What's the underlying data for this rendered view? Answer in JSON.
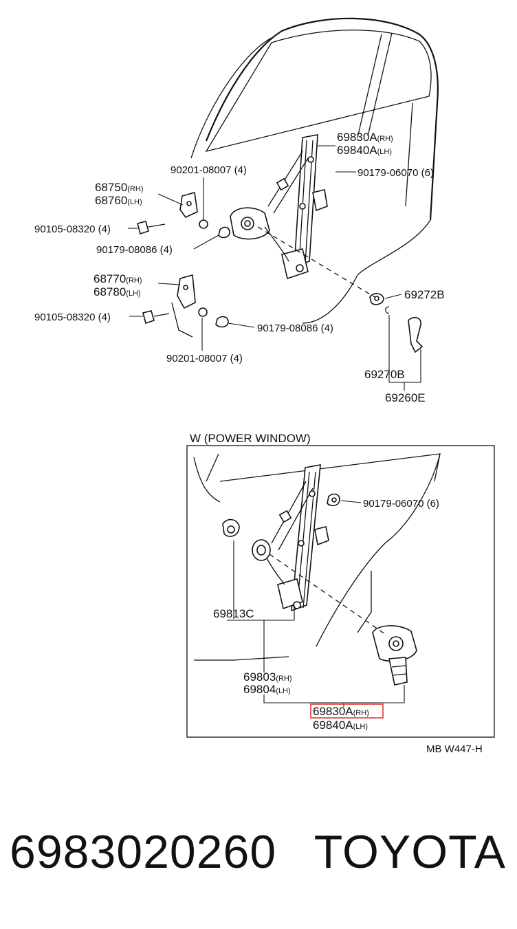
{
  "upper": {
    "p69830A": "69830A",
    "p69840A": "69840A",
    "rh": "(RH)",
    "lh": "(LH)",
    "p90179_06070": "90179-06070 (6)",
    "p90201_08007_a": "90201-08007 (4)",
    "p68750": "68750",
    "p68760": "68760",
    "p90105_08320_a": "90105-08320 (4)",
    "p90179_08086_a": "90179-08086 (4)",
    "p68770": "68770",
    "p68780": "68780",
    "p69272B": "69272B",
    "p90105_08320_b": "90105-08320 (4)",
    "p90179_08086_b": "90179-08086 (4)",
    "p90201_08007_b": "90201-08007 (4)",
    "p69270B": "69270B",
    "p69260E": "69260E"
  },
  "inset": {
    "title": "W (POWER WINDOW)",
    "p90179_06070": "90179-06070 (6)",
    "p69813C": "69813C",
    "p69803": "69803",
    "p69804": "69804",
    "p69830A": "69830A",
    "p69840A": "69840A",
    "rh": "(RH)",
    "lh": "(LH)",
    "diagram_code": "MB W447-H"
  },
  "footer": {
    "part_number": "6983020260",
    "brand": "TOYOTA"
  },
  "colors": {
    "highlight": "#e23a3a",
    "line": "#111111"
  }
}
